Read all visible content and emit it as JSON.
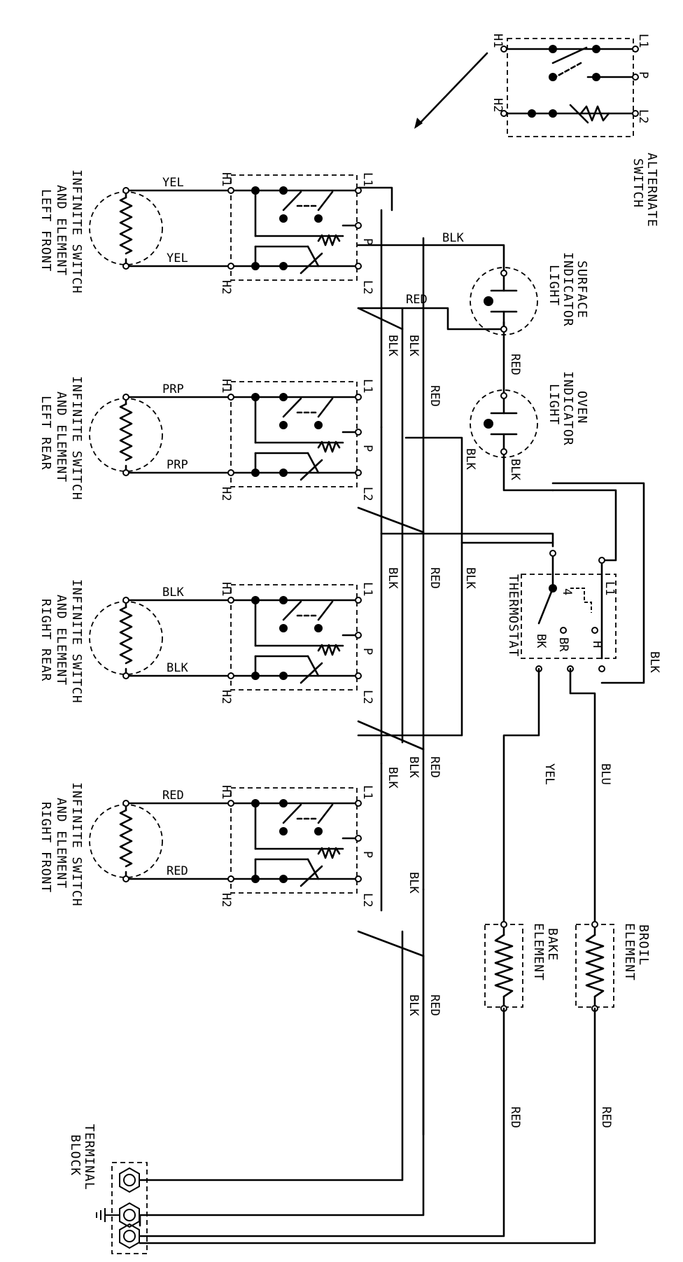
{
  "diagram": {
    "colors": {
      "ink": "#000000",
      "paper": "#ffffff"
    },
    "alternate_switch": {
      "title_line1": "ALTERNATE",
      "title_line2": "SWITCH",
      "terminals": [
        "L1",
        "P",
        "L2",
        "H1",
        "H2"
      ]
    },
    "indicators": {
      "surface_line1": "SURFACE",
      "surface_line2": "INDICATOR",
      "surface_line3": "LIGHT",
      "oven_line1": "OVEN",
      "oven_line2": "INDICATOR",
      "oven_line3": "LIGHT"
    },
    "switch_terminal_labels": {
      "h1": "H1",
      "h2": "H2",
      "l1": "L1",
      "l2": "L2",
      "p": "P"
    },
    "switches": [
      {
        "line1": "INFINITE SWITCH",
        "line2": "AND ELEMENT",
        "line3": "LEFT FRONT",
        "element_wire": "YEL"
      },
      {
        "line1": "INFINITE SWITCH",
        "line2": "AND ELEMENT",
        "line3": "LEFT REAR",
        "element_wire": "PRP"
      },
      {
        "line1": "INFINITE SWITCH",
        "line2": "AND ELEMENT",
        "line3": "RIGHT REAR",
        "element_wire": "BLK"
      },
      {
        "line1": "INFINITE SWITCH",
        "line2": "AND ELEMENT",
        "line3": "RIGHT FRONT",
        "element_wire": "RED"
      }
    ],
    "thermostat": {
      "title": "THERMOSTAT",
      "t_4": "4",
      "t_l1": "L1",
      "t_h": "H",
      "t_bk": "BK",
      "t_br": "BR"
    },
    "elements": {
      "bake_line1": "BAKE",
      "bake_line2": "ELEMENT",
      "broil_line1": "BROIL",
      "broil_line2": "ELEMENT"
    },
    "terminal_block": {
      "line1": "TERMINAL",
      "line2": "BLOCK"
    },
    "wire_labels": {
      "blk": "BLK",
      "red": "RED",
      "yel": "YEL",
      "blu": "BLU"
    }
  }
}
